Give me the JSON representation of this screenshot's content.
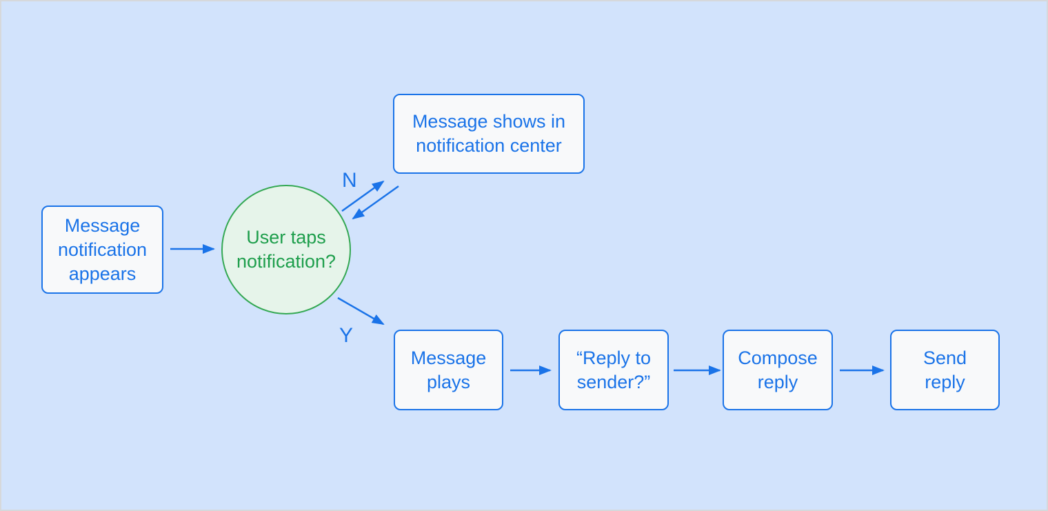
{
  "colors": {
    "bg": "#d2e3fc",
    "frame": "#d6d8db",
    "blue": "#1a73e8",
    "node_fill": "#f8f9fa",
    "green_border": "#34a853",
    "green_fill": "#e6f4ea",
    "green_text": "#1e9e4c"
  },
  "nodes": {
    "start": {
      "label": "Message\nnotification\nappears"
    },
    "decision": {
      "label": "User taps\nnotification?"
    },
    "notification_center": {
      "label": "Message shows in\nnotification center"
    },
    "message_plays": {
      "label": "Message\nplays"
    },
    "reply_to_sender": {
      "label": "“Reply to\nsender?”"
    },
    "compose_reply": {
      "label": "Compose\nreply"
    },
    "send_reply": {
      "label": "Send\nreply"
    }
  },
  "edges": {
    "no_label": "N",
    "yes_label": "Y"
  }
}
